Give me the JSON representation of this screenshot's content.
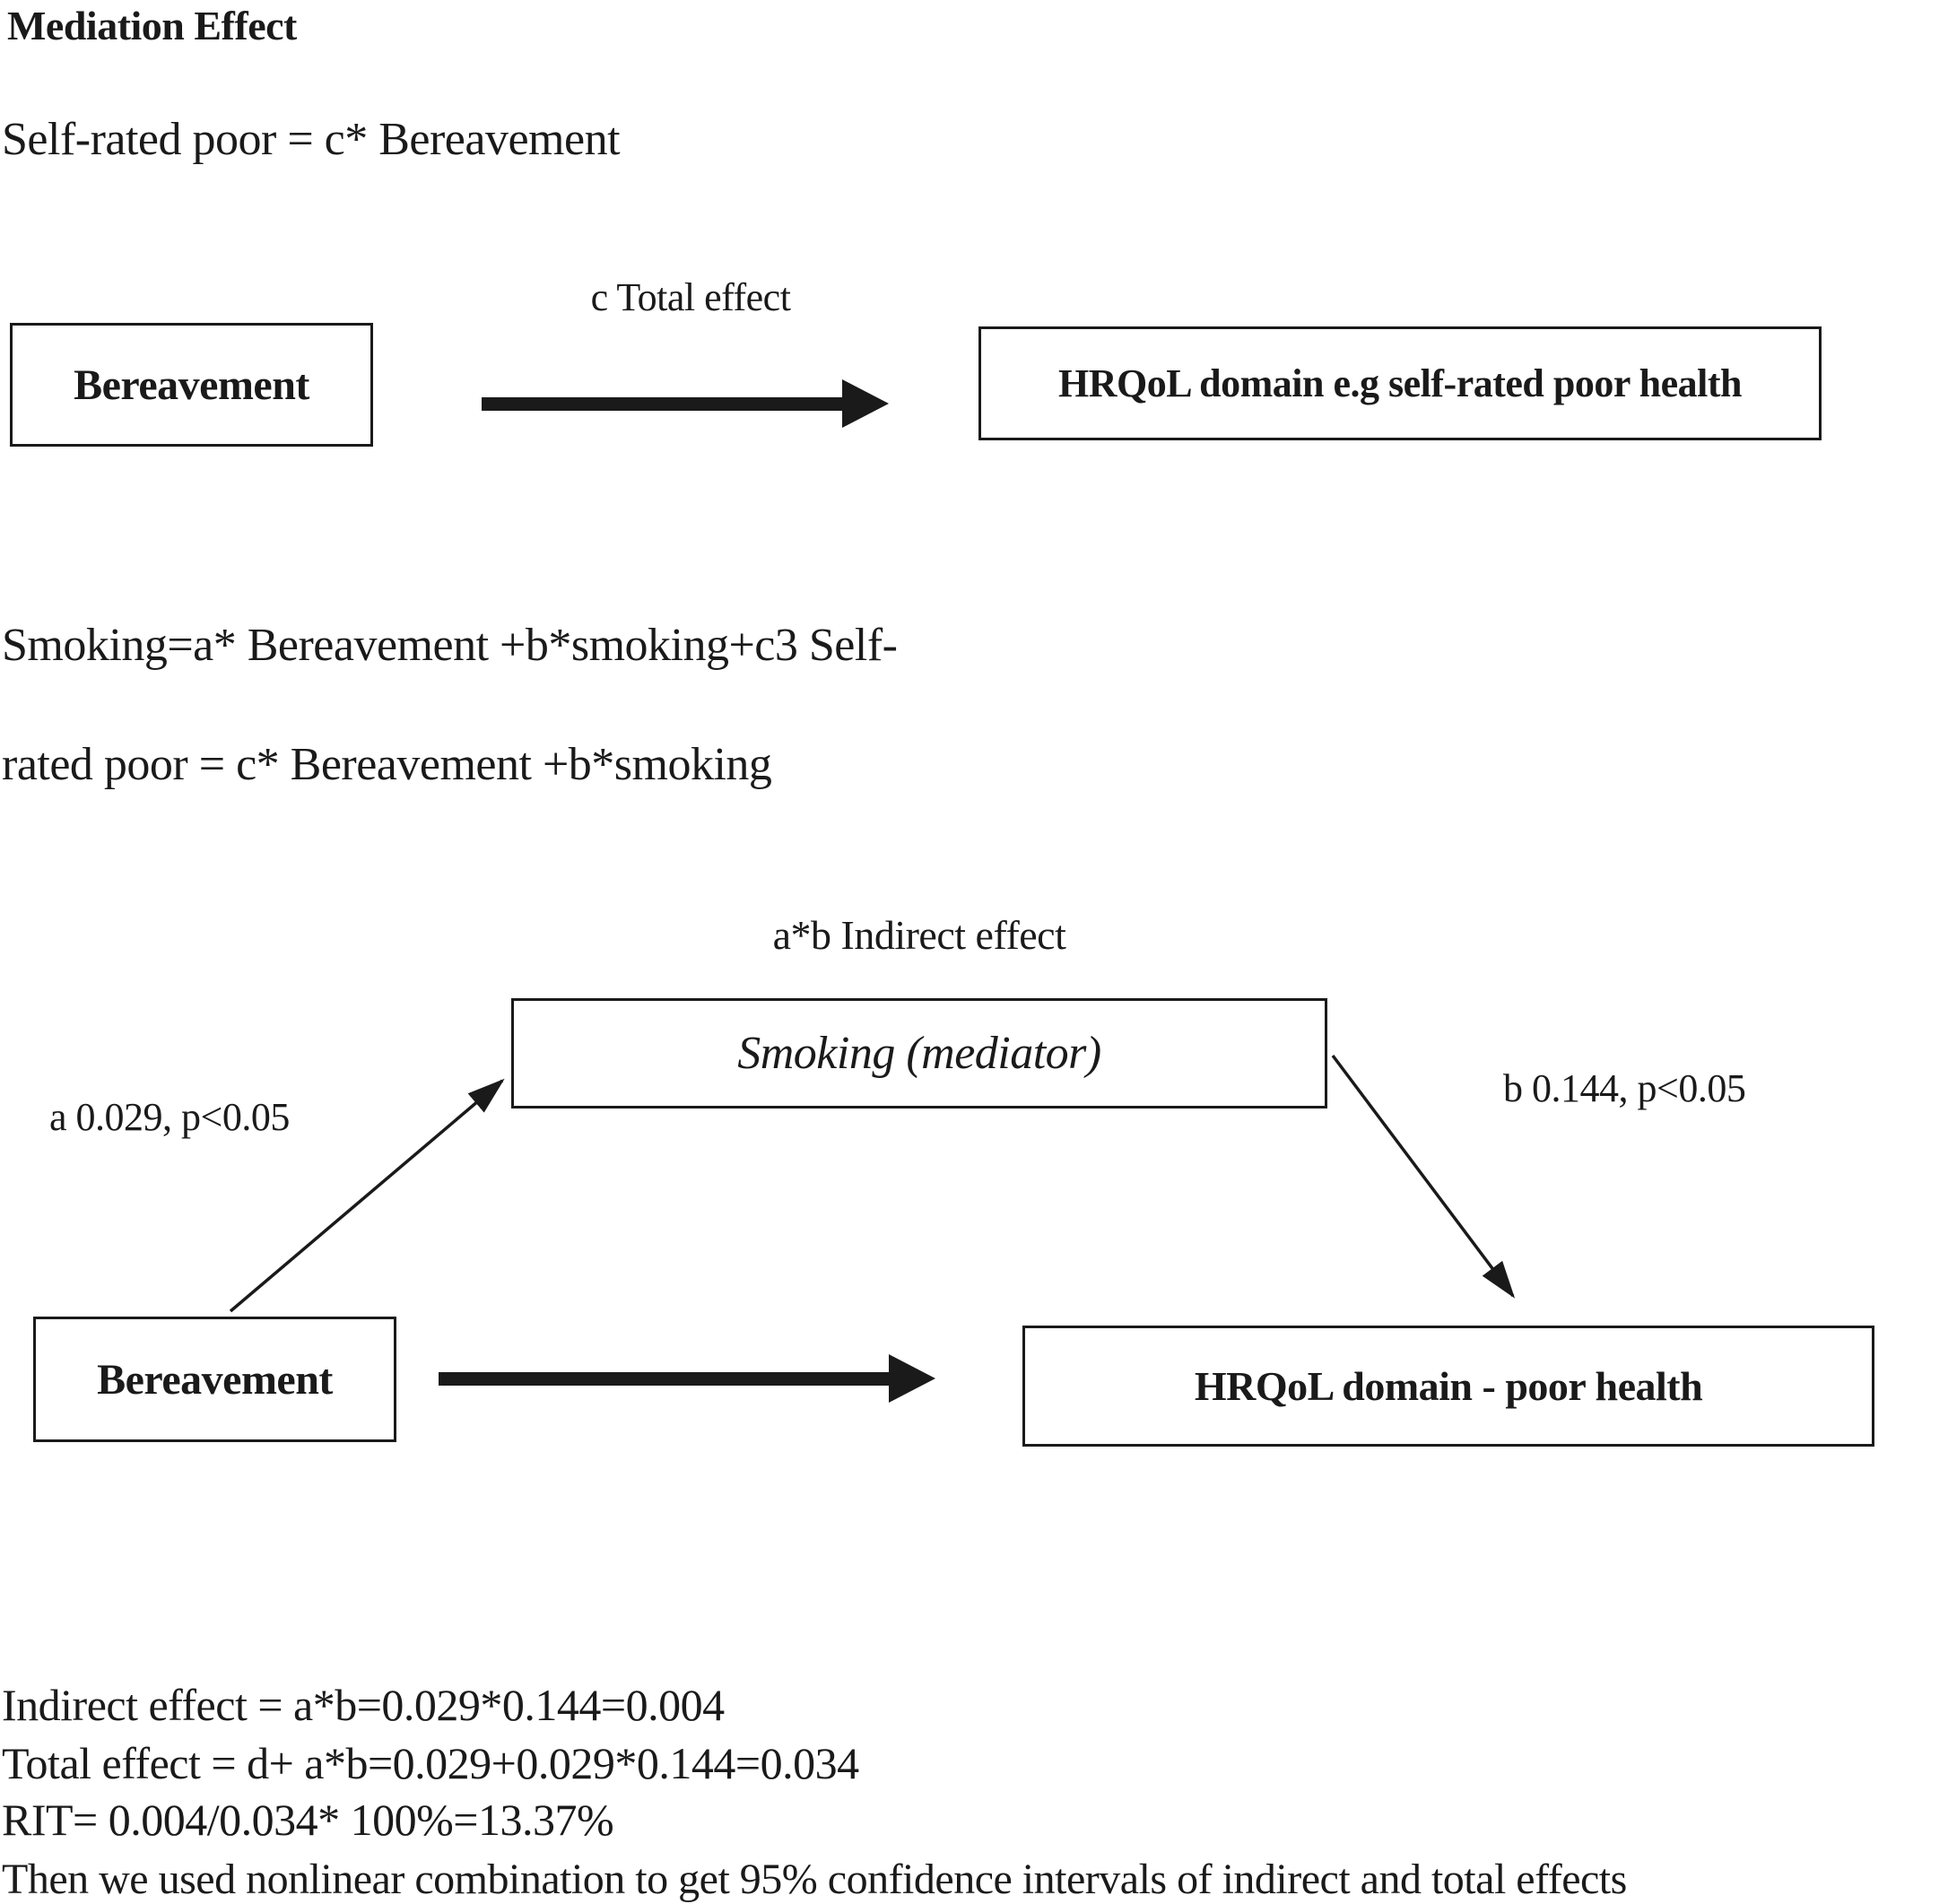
{
  "title": "Mediation Effect",
  "colors": {
    "ink": "#1a1a1a",
    "background": "#ffffff"
  },
  "equations": {
    "line1": "Self-rated poor = c* Bereavement",
    "line2a": "Smoking=a* Bereavement +b*smoking+c3 Self-",
    "line2b": "rated poor = c* Bereavement +b*smoking"
  },
  "diagram1": {
    "left_box": "Bereavement",
    "arrow_label": "c Total effect",
    "right_box": "HRQoL domain e.g self-rated poor health"
  },
  "diagram2": {
    "indirect_label": "a*b Indirect effect",
    "mediator_box": "Smoking (mediator)",
    "path_a_label": "a 0.029, p<0.05",
    "path_b_label": "b 0.144, p<0.05",
    "left_box": "Bereavement",
    "right_box": "HRQoL domain - poor health"
  },
  "results": {
    "line1": "Indirect effect = a*b=0.029*0.144=0.004",
    "line2": "Total effect = d+ a*b=0.029+0.029*0.144=0.034",
    "line3": "RIT= 0.004/0.034* 100%=13.37%",
    "line4": "Then we used nonlinear combination to get 95% confidence intervals of indirect and total effects"
  }
}
